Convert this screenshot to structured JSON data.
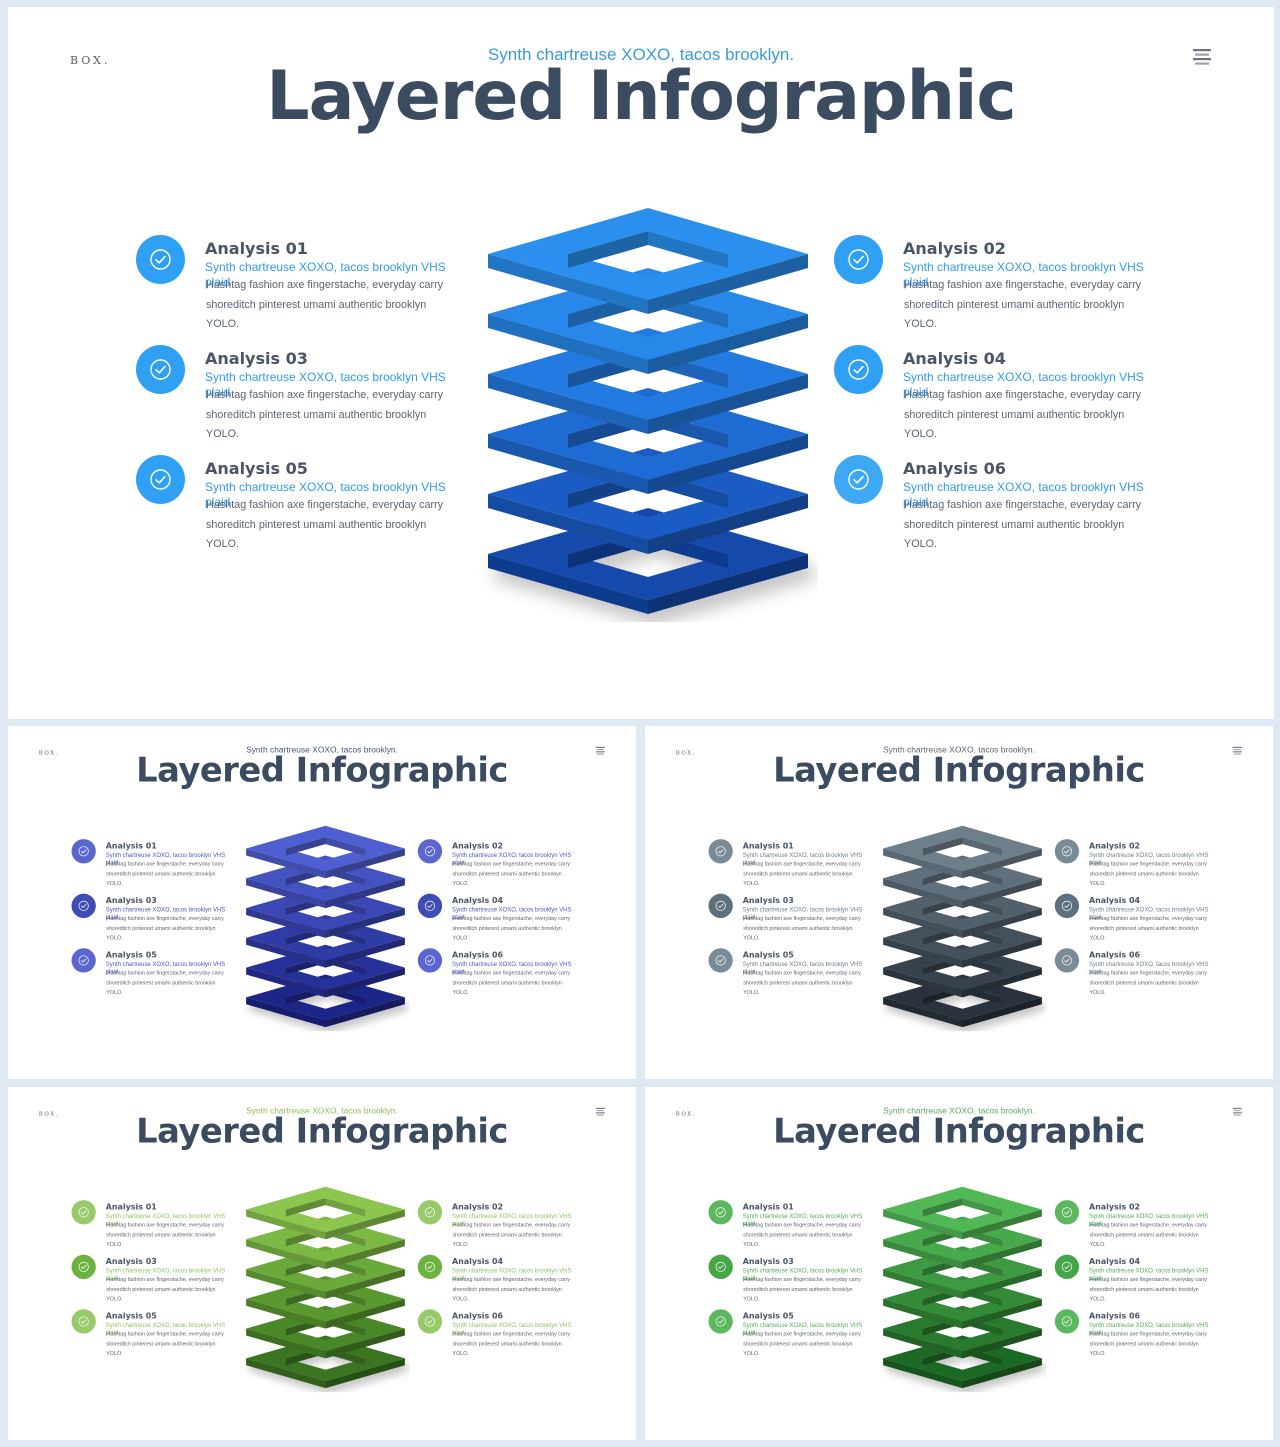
{
  "logo": "BOX.",
  "subtitle": "Synth chartreuse XOXO, tacos brooklyn.",
  "title": "Layered Infographic",
  "items": [
    {
      "title": "Analysis 01",
      "sub": "Synth  chartreuse XOXO,  tacos brooklyn VHS plaid",
      "body": "Hashtag fashion axe fingerstache, everyday carry shoreditch pinterest umami  authentic brooklyn YOLO."
    },
    {
      "title": "Analysis 02",
      "sub": "Synth  chartreuse XOXO,  tacos brooklyn VHS plaid",
      "body": "Hashtag fashion axe fingerstache, everyday carry shoreditch pinterest umami  authentic brooklyn YOLO."
    },
    {
      "title": "Analysis 03",
      "sub": "Synth  chartreuse XOXO,  tacos brooklyn VHS plaid",
      "body": "Hashtag fashion axe fingerstache, everyday carry shoreditch pinterest umami  authentic brooklyn YOLO."
    },
    {
      "title": "Analysis 04",
      "sub": "Synth  chartreuse XOXO,  tacos brooklyn VHS plaid",
      "body": "Hashtag fashion axe fingerstache, everyday carry shoreditch pinterest umami  authentic brooklyn YOLO."
    },
    {
      "title": "Analysis 05",
      "sub": "Synth  chartreuse XOXO,  tacos brooklyn VHS plaid",
      "body": "Hashtag fashion axe fingerstache, everyday carry shoreditch pinterest umami  authentic brooklyn YOLO."
    },
    {
      "title": "Analysis 06",
      "sub": "Synth  chartreuse XOXO,  tacos brooklyn VHS plaid",
      "body": "Hashtag fashion axe fingerstache, everyday carry shoreditch pinterest umami  authentic brooklyn YOLO."
    }
  ],
  "icons": {
    "check": "check-circle-icon",
    "menu": "menu-lines-icon"
  },
  "themes": [
    {
      "name": "blue",
      "accent": "#2f9bf0",
      "subtitle": "#3a9ad9",
      "icon_bg": [
        "#2fa0f3",
        "#2fa0f3",
        "#2fa0f3",
        "#2fa0f3",
        "#2fa0f3",
        "#3ea8f5"
      ],
      "layers": [
        "#2a8fee",
        "#2888ea",
        "#237ae0",
        "#1e6bd3",
        "#1a5cc3",
        "#1548ac"
      ]
    },
    {
      "name": "indigo",
      "accent": "#4a57c4",
      "subtitle": "#4a5570",
      "icon_bg": [
        "#5b66d0",
        "#5b66d0",
        "#3f4cb3",
        "#3f4cb3",
        "#5b66d0",
        "#5b66d0"
      ],
      "layers": [
        "#4f5ed0",
        "#4453c2",
        "#3a47b4",
        "#2f3ca6",
        "#26319a",
        "#1c2688"
      ]
    },
    {
      "name": "slate",
      "accent": "#6a7d8c",
      "subtitle": "#5c6470",
      "icon_bg": [
        "#7a8b98",
        "#7a8b98",
        "#5e6f7d",
        "#5e6f7d",
        "#7a8b98",
        "#7a8b98"
      ],
      "layers": [
        "#6e7f8c",
        "#5f6f7c",
        "#52606c",
        "#44515c",
        "#37424c",
        "#2a333c"
      ]
    },
    {
      "name": "lime",
      "accent": "#8fc25a",
      "subtitle": "#8fbf4e",
      "icon_bg": [
        "#98c96a",
        "#98c96a",
        "#6db33f",
        "#6db33f",
        "#98c96a",
        "#98c96a"
      ],
      "layers": [
        "#8cc64f",
        "#7bb944",
        "#6aa93a",
        "#5a9830",
        "#4a8728",
        "#3a7420"
      ]
    },
    {
      "name": "green",
      "accent": "#4caf50",
      "subtitle": "#5aa95a",
      "icon_bg": [
        "#5bb85f",
        "#5bb85f",
        "#45a648",
        "#45a648",
        "#5bb85f",
        "#5bb85f"
      ],
      "layers": [
        "#52b856",
        "#47a94b",
        "#3d9a41",
        "#338a37",
        "#297a2e",
        "#1f6925"
      ]
    }
  ]
}
